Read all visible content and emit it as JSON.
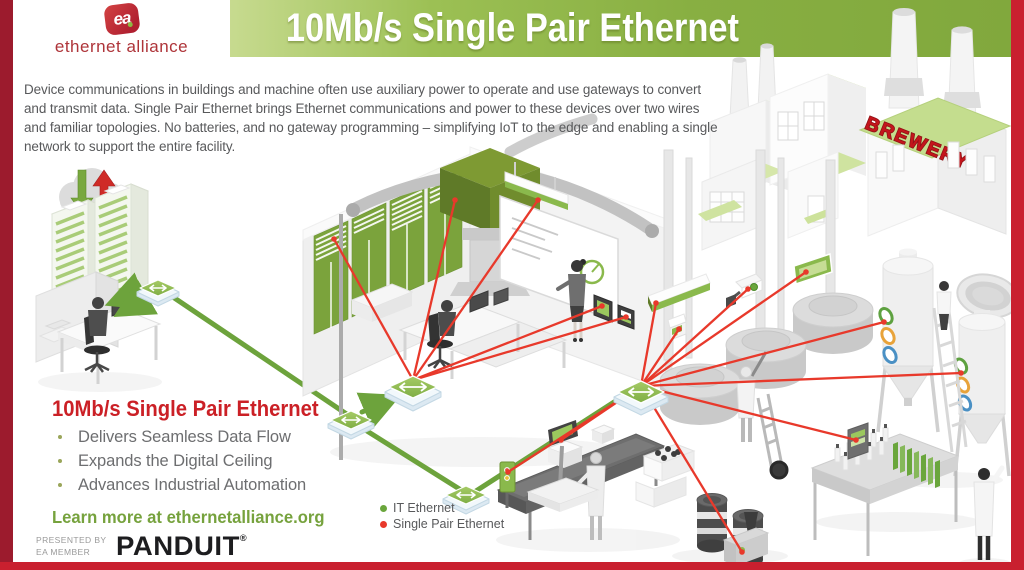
{
  "header": {
    "logo": {
      "monogram": "ea",
      "brand": "ethernet alliance"
    },
    "title": "10Mb/s Single Pair Ethernet"
  },
  "intro": "Device communications in buildings and machine often use auxiliary power to operate and use gateways to convert and transmit data. Single Pair Ethernet brings Ethernet communications and power to these devices over two wires and familiar topologies. No batteries, and no gateway programming – simplifying IoT to the edge and enabling a single network to support the entire facility.",
  "feature": {
    "heading": "10Mb/s Single Pair Ethernet",
    "bullets": [
      "Delivers Seamless Data Flow",
      "Expands the Digital Ceiling",
      "Advances Industrial Automation"
    ],
    "cta": "Learn more at ethernetalliance.org"
  },
  "legend": {
    "items": [
      {
        "label": "IT Ethernet",
        "color": "#6aa63c"
      },
      {
        "label": "Single Pair Ethernet",
        "color": "#e8392b"
      }
    ]
  },
  "footer": {
    "presented_by": [
      "PRESENTED BY",
      "EA MEMBER"
    ],
    "member_logo": "PANDUIT",
    "registered_mark": "®"
  },
  "illustration": {
    "building_sign": "BREWERY"
  },
  "colors": {
    "banner_green": "#88af42",
    "frame_red": "#c9202f",
    "frame_red_dark": "#9c1b2d",
    "heading_red": "#cb2026",
    "cta_green": "#76a23d",
    "body_text": "#58595b",
    "it_ethernet_green": "#6aa63c",
    "single_pair_red": "#e8392b"
  }
}
